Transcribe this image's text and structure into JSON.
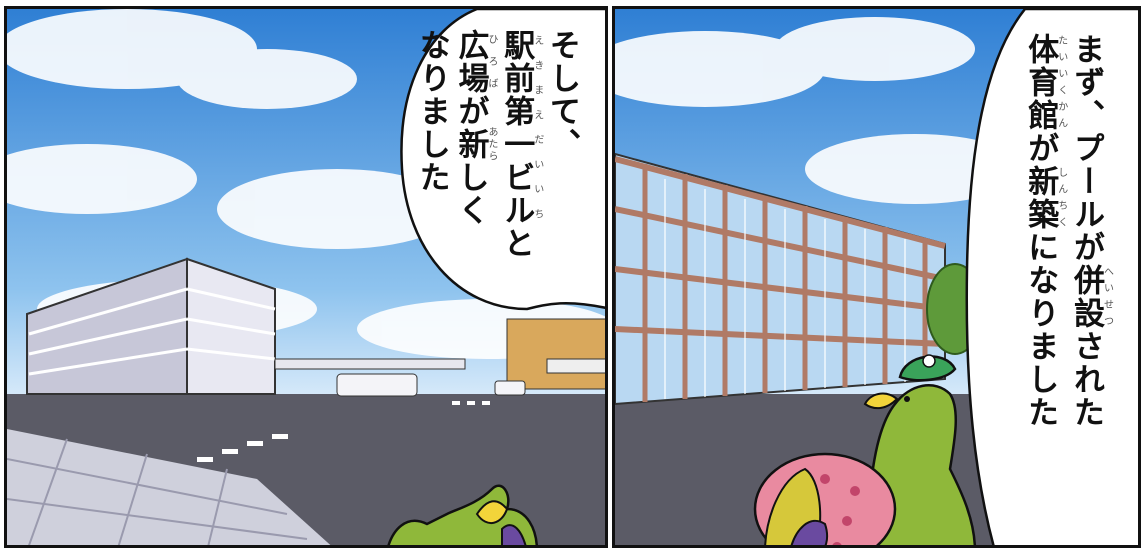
{
  "panels": {
    "left": {
      "line1": "そして、",
      "line2_base": "駅前第一ビル",
      "line2_ruby": "えきまえだいいち",
      "line2_tail": "と",
      "line3_base1": "広場",
      "line3_ruby1": "ひろば",
      "line3_mid": "が",
      "line3_base2": "新",
      "line3_ruby2": "あたら",
      "line3_tail": "しく",
      "line4": "なりました"
    },
    "right": {
      "line1": "まず、プールが",
      "line1_base": "併設",
      "line1_ruby": "へいせつ",
      "line1_tail": "された",
      "line2_base1": "体育館",
      "line2_ruby1": "たいいくかん",
      "line2_mid": "が",
      "line2_base2": "新築",
      "line2_ruby2": "しんちく",
      "line2_tail": "になりました"
    }
  },
  "colors": {
    "sky": "#3f8fd8",
    "cloud": "#ffffff",
    "road": "#5b5b66",
    "brick": "#b07a66",
    "bird_body": "#8fb83a",
    "bird_beak": "#f2d43a",
    "hat": "#3aa35a",
    "shirt": "#e98aa0"
  }
}
